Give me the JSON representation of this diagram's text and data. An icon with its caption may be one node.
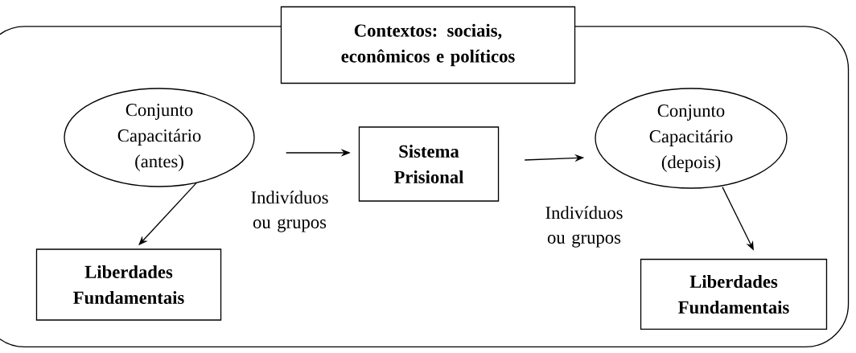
{
  "diagram": {
    "nodes": [
      {
        "text": [],
        "shape": "box"
      },
      {
        "text": [
          "Contextos: sociais, econômicos e políticos"
        ]
      },
      {
        "text": [
          "Conjunto Capacitário (antes)"
        ],
        "in": 0
      },
      {
        "text": [
          "Liberdades Fundamentais"
        ],
        "in": 0
      },
      {
        "text": [
          "Sistema Prisional"
        ],
        "in": 0
      },
      {
        "text": [
          "Conjunto Capacitário (depois)"
        ],
        "in": 0
      },
      {
        "text": [
          "Liberdades Fundamentais"
        ],
        "in": 0
      }
    ],
    "edges": [
      {
        "from": 2,
        "to": 4,
        "arrow": "to",
        "label": "Indivíduos ou grupos"
      },
      {
        "from": 4,
        "to": 5,
        "arrow": "to",
        "label": "Indivíduos ou grupos"
      },
      {
        "from": 2,
        "to": 3,
        "arrow": "to"
      },
      {
        "from": 5,
        "to": 6,
        "arrow": "to"
      }
    ]
  }
}
